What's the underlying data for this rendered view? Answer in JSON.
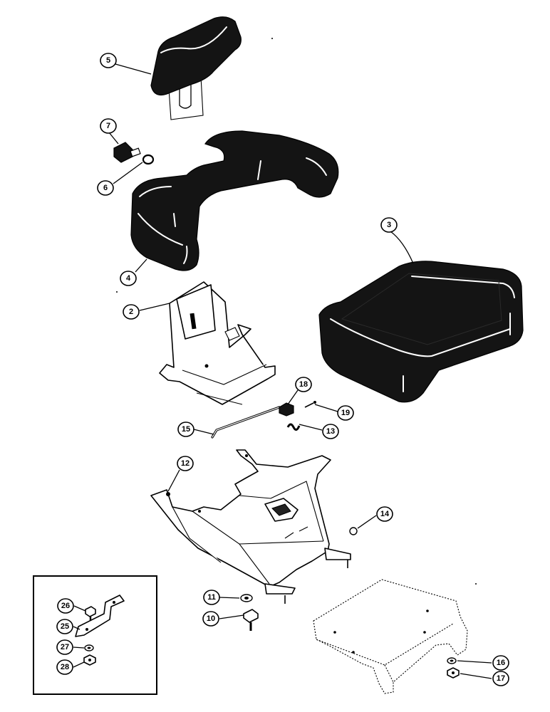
{
  "callouts": [
    {
      "id": "c5",
      "label": "5"
    },
    {
      "id": "c7",
      "label": "7"
    },
    {
      "id": "c6",
      "label": "6"
    },
    {
      "id": "c4",
      "label": "4"
    },
    {
      "id": "c3",
      "label": "3"
    },
    {
      "id": "c2",
      "label": "2"
    },
    {
      "id": "c18",
      "label": "18"
    },
    {
      "id": "c19",
      "label": "19"
    },
    {
      "id": "c13",
      "label": "13"
    },
    {
      "id": "c15",
      "label": "15"
    },
    {
      "id": "c12",
      "label": "12"
    },
    {
      "id": "c14",
      "label": "14"
    },
    {
      "id": "c11",
      "label": "11"
    },
    {
      "id": "c10",
      "label": "10"
    },
    {
      "id": "c16",
      "label": "16"
    },
    {
      "id": "c17",
      "label": "17"
    },
    {
      "id": "c26",
      "label": "26"
    },
    {
      "id": "c25",
      "label": "25"
    },
    {
      "id": "c27",
      "label": "27"
    },
    {
      "id": "c28",
      "label": "28"
    }
  ],
  "colors": {
    "ink": "#000000",
    "paper": "#ffffff",
    "cushion": "#141414"
  }
}
